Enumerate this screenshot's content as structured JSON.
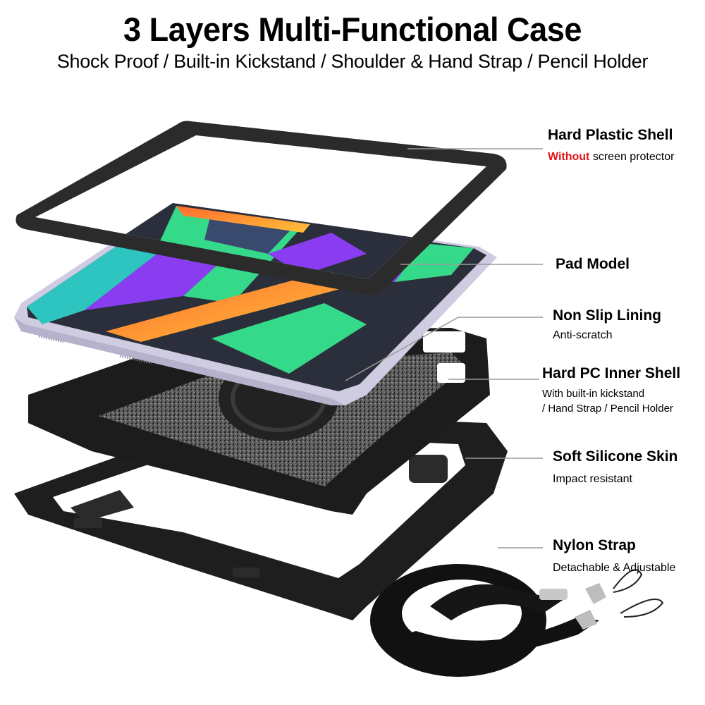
{
  "header": {
    "title": "3 Layers Multi-Functional Case",
    "subtitle": "Shock Proof / Built-in Kickstand / Shoulder & Hand Strap / Pencil Holder"
  },
  "colors": {
    "accent_red": "#e3141b",
    "leader_line": "#9a9a9a",
    "case_black": "#1e1e1e",
    "frame_dark": "#2b2b2b",
    "tablet_silver": "#cfcbe0",
    "screen_purple": "#8a3cf0",
    "screen_green": "#35d98a",
    "screen_orange": "#ff7a2e",
    "screen_teal": "#2ec4c0",
    "screen_navy": "#3a4a6e",
    "lining_gray": "#6a6a6a"
  },
  "callouts": [
    {
      "id": "hard-plastic-shell",
      "title": "Hard Plastic Shell",
      "desc_accent": "Without",
      "desc": " screen protector"
    },
    {
      "id": "pad-model",
      "title": "Pad Model",
      "desc": ""
    },
    {
      "id": "non-slip-lining",
      "title": "Non Slip Lining",
      "desc": "Anti-scratch"
    },
    {
      "id": "hard-pc-inner-shell",
      "title": "Hard PC Inner Shell",
      "desc_line1": "With built-in kickstand",
      "desc_line2": "/ Hand Strap / Pencil Holder"
    },
    {
      "id": "soft-silicone-skin",
      "title": "Soft Silicone Skin",
      "desc": "Impact resistant"
    },
    {
      "id": "nylon-strap",
      "title": "Nylon Strap",
      "desc": "Detachable & Adjustable"
    }
  ]
}
